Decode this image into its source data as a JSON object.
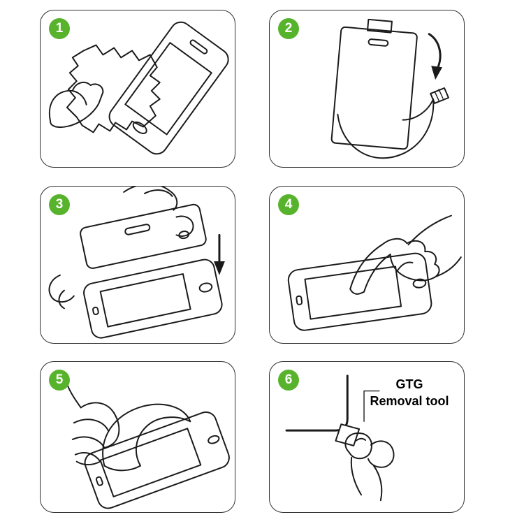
{
  "colors": {
    "badge_green": "#58b32c",
    "line": "#1a1a1a",
    "panel_border": "#2f2f2f"
  },
  "steps": [
    {
      "number": "1"
    },
    {
      "number": "2"
    },
    {
      "number": "3"
    },
    {
      "number": "4"
    },
    {
      "number": "5"
    },
    {
      "number": "6",
      "label": {
        "line1": "GTG",
        "line2": "Removal tool"
      }
    }
  ]
}
